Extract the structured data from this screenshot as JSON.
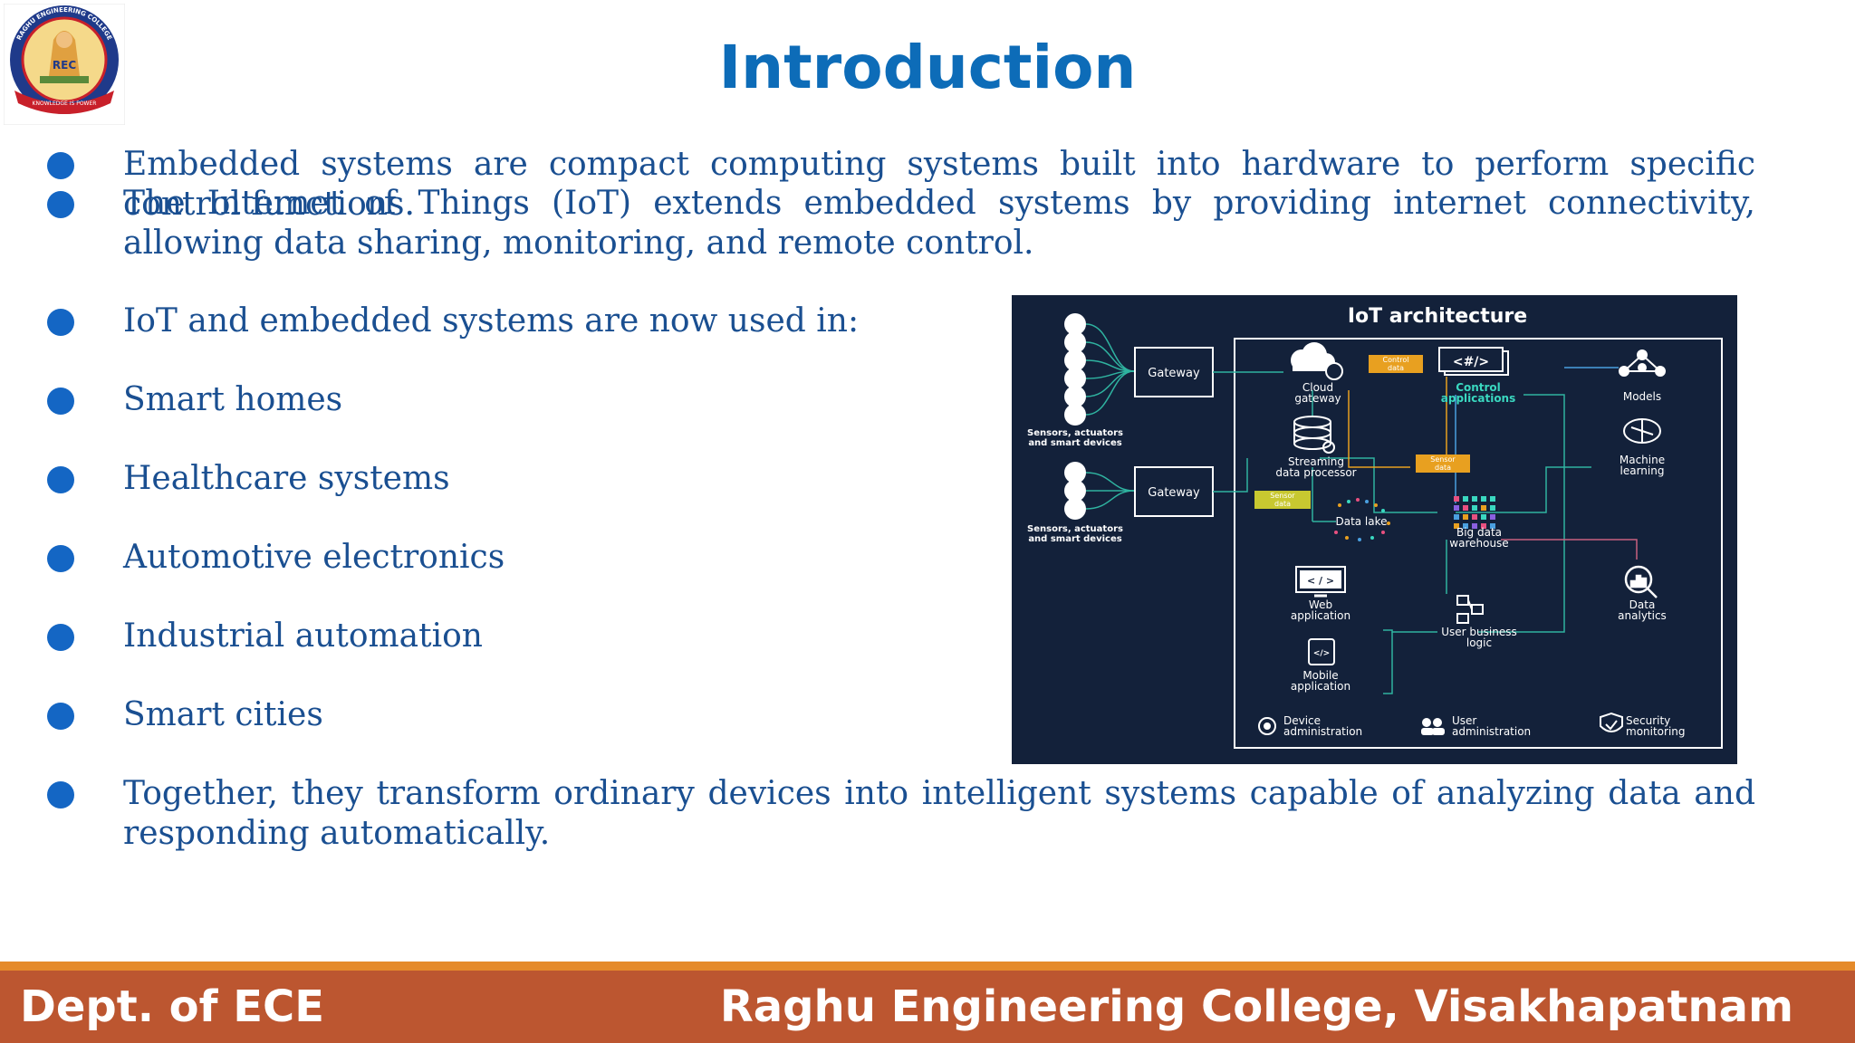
{
  "header": {
    "title": "Introduction"
  },
  "logo": {
    "icon": "college-crest-logo",
    "text_top": "RAGHU ENGINEERING COLLEGE",
    "text_mid": "REC",
    "text_motto": "KNOWLEDGE IS POWER"
  },
  "bullets": [
    "Embedded systems are compact computing systems built into hardware to perform specific control functions.",
    "The Internet of Things (IoT) extends embedded systems by providing internet connectivity, allowing data sharing, monitoring, and remote control.",
    "IoT and embedded systems are now used in:",
    "Smart homes",
    "Healthcare systems",
    "Automotive electronics",
    "Industrial automation",
    "Smart cities",
    "Together, they transform ordinary devices into intelligent systems capable of analyzing data and responding automatically."
  ],
  "diagram": {
    "title": "IoT architecture",
    "gateway1": "Gateway",
    "gateway2": "Gateway",
    "sensors1": [
      "Sensors, actuators",
      "and smart devices"
    ],
    "sensors2": [
      "Sensors, actuators",
      "and smart devices"
    ],
    "cloud_gateway": [
      "Cloud",
      "gateway"
    ],
    "control_data": [
      "Control",
      "data"
    ],
    "control_applications": [
      "Control",
      "applications"
    ],
    "models": "Models",
    "streaming": [
      "Streaming",
      "data processor"
    ],
    "sensor_data_1": [
      "Sensor",
      "data"
    ],
    "machine_learning": [
      "Machine",
      "learning"
    ],
    "sensor_data_2": [
      "Sensor",
      "data"
    ],
    "data_lake": "Data lake",
    "big_data": [
      "Big data",
      "warehouse"
    ],
    "web_app": [
      "Web",
      "application"
    ],
    "data_analytics": [
      "Data",
      "analytics"
    ],
    "user_business": [
      "User business",
      "logic"
    ],
    "mobile_app": [
      "Mobile",
      "application"
    ],
    "device_admin": [
      "Device",
      "administration"
    ],
    "user_admin": [
      "User",
      "administration"
    ],
    "security": [
      "Security",
      "monitoring"
    ]
  },
  "footer": {
    "left": "Dept. of ECE",
    "right": "Raghu Engineering College, Visakhapatnam"
  }
}
